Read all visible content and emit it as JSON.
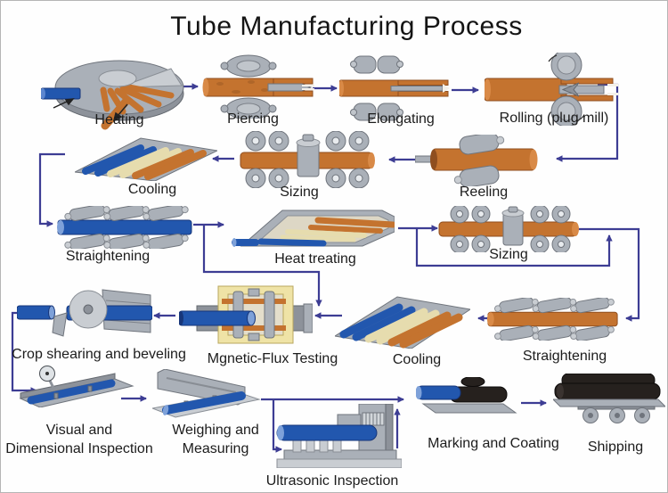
{
  "title": "Tube Manufacturing Process",
  "colors": {
    "arrow": "#3d3d94",
    "label_text": "#1c1c1c",
    "background": "#fefefe",
    "steel_gray": "#aab0b8",
    "orange_tube": "#c4732f",
    "blue_tube": "#2257ae",
    "cream_tube": "#e6dcae",
    "yellow_frame": "#efe3a6",
    "black_tube": "#26211e"
  },
  "stages": [
    {
      "id": "heating",
      "label": "Heating"
    },
    {
      "id": "piercing",
      "label": "Piercing"
    },
    {
      "id": "elongating",
      "label": "Elongating"
    },
    {
      "id": "rolling-plug-mill",
      "label": "Rolling (plug mill)"
    },
    {
      "id": "reeling",
      "label": "Reeling"
    },
    {
      "id": "sizing-1",
      "label": "Sizing"
    },
    {
      "id": "cooling-1",
      "label": "Cooling"
    },
    {
      "id": "straightening-1",
      "label": "Straightening"
    },
    {
      "id": "heat-treating",
      "label": "Heat treating"
    },
    {
      "id": "sizing-2",
      "label": "Sizing"
    },
    {
      "id": "straightening-2",
      "label": "Straightening"
    },
    {
      "id": "cooling-2",
      "label": "Cooling"
    },
    {
      "id": "magnetic-flux-testing",
      "label": "Mgnetic-Flux Testing"
    },
    {
      "id": "crop-shearing",
      "label": "Crop shearing and beveling"
    },
    {
      "id": "visual-dimensional-inspection",
      "label": "Visual and\nDimensional Inspection"
    },
    {
      "id": "weighing-measuring",
      "label": "Weighing and\nMeasuring"
    },
    {
      "id": "ultrasonic-inspection",
      "label": "Ultrasonic Inspection"
    },
    {
      "id": "marking-coating",
      "label": "Marking and Coating"
    },
    {
      "id": "shipping",
      "label": "Shipping"
    }
  ],
  "flow": {
    "main_sequence": [
      "Heating",
      "Piercing",
      "Elongating",
      "Rolling (plug mill)",
      "Reeling",
      "Sizing",
      "Cooling",
      "Straightening",
      "Heat treating",
      "Sizing",
      "Straightening",
      "Cooling",
      "Mgnetic-Flux Testing",
      "Crop shearing and beveling",
      "Visual and Dimensional Inspection",
      "Weighing and Measuring",
      "Ultrasonic Inspection",
      "Marking and Coating",
      "Shipping"
    ],
    "bypass_arrows": [
      "Straightening branch down into Mgnetic-Flux Testing",
      "Heat treating branch around Sizing rejoining its output"
    ]
  }
}
